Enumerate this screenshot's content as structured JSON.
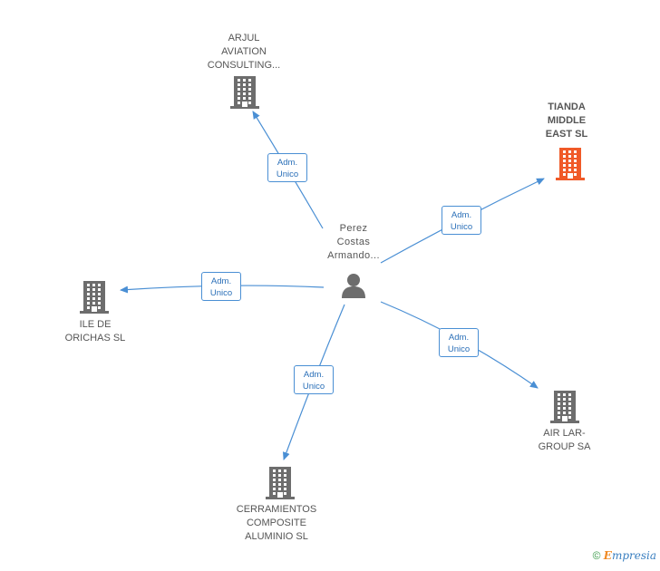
{
  "center": {
    "label": "Perez\nCostas\nArmando...",
    "icon": "person-icon",
    "color": "#6d6d6d"
  },
  "companies": [
    {
      "id": "arjul",
      "label": "ARJUL\nAVIATION\nCONSULTING...",
      "color": "#6d6d6d",
      "role": "Adm.\nUnico",
      "highlight": false
    },
    {
      "id": "tianda",
      "label": "TIANDA\nMIDDLE\nEAST SL",
      "color": "#f05a28",
      "role": "Adm.\nUnico",
      "highlight": true
    },
    {
      "id": "ile",
      "label": "ILE DE\nORICHAS SL",
      "color": "#6d6d6d",
      "role": "Adm.\nUnico",
      "highlight": false
    },
    {
      "id": "airlar",
      "label": "AIR LAR-\nGROUP SA",
      "color": "#6d6d6d",
      "role": "Adm.\nUnico",
      "highlight": false
    },
    {
      "id": "cerramientos",
      "label": "CERRAMIENTOS\nCOMPOSITE\nALUMINIO SL",
      "color": "#6d6d6d",
      "role": "Adm.\nUnico",
      "highlight": false
    }
  ],
  "edge_color": "#4a8fd4",
  "footer": {
    "copyright": "©",
    "brand_e": "E",
    "brand_rest": "mpresia"
  }
}
